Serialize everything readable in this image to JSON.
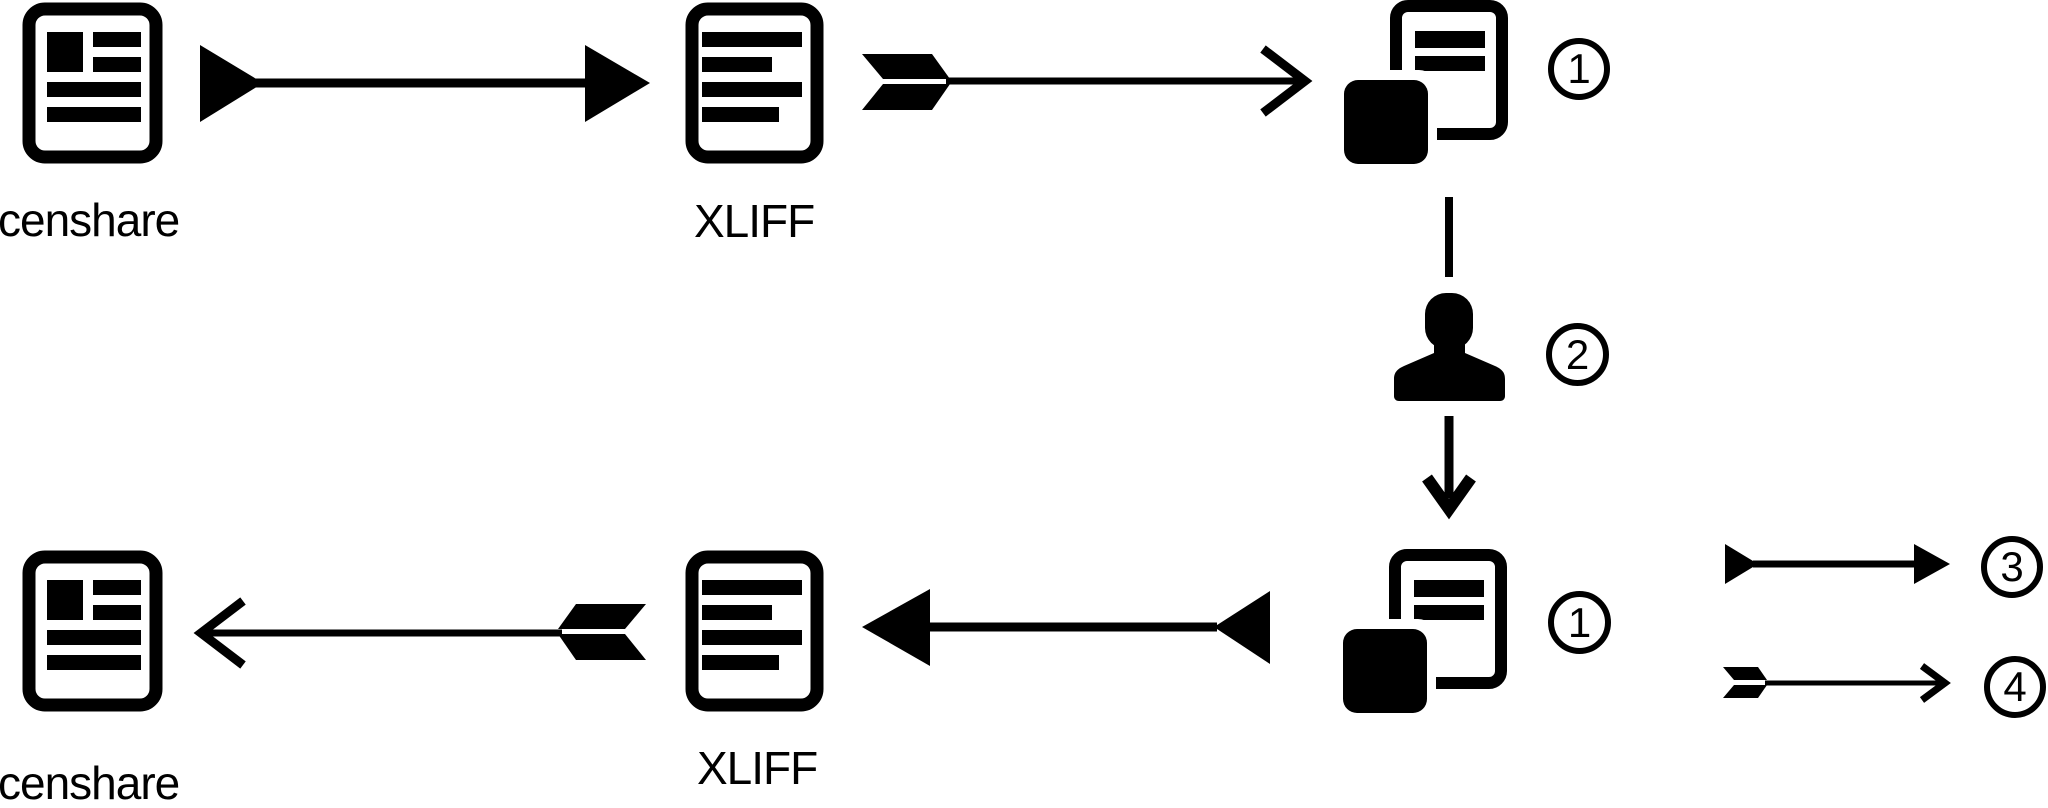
{
  "colors": {
    "foreground": "#000000",
    "background": "#ffffff"
  },
  "top_flow": {
    "censhare_label": "censhare",
    "xliff_label": "XLIFF",
    "export_step_badge": "1"
  },
  "middle_flow": {
    "translator_step_badge": "2"
  },
  "bottom_flow": {
    "import_step_badge": "1",
    "xliff_label": "XLIFF",
    "censhare_label": "censhare"
  },
  "legend": {
    "solid_arrow_badge": "3",
    "feathered_arrow_badge": "4"
  }
}
